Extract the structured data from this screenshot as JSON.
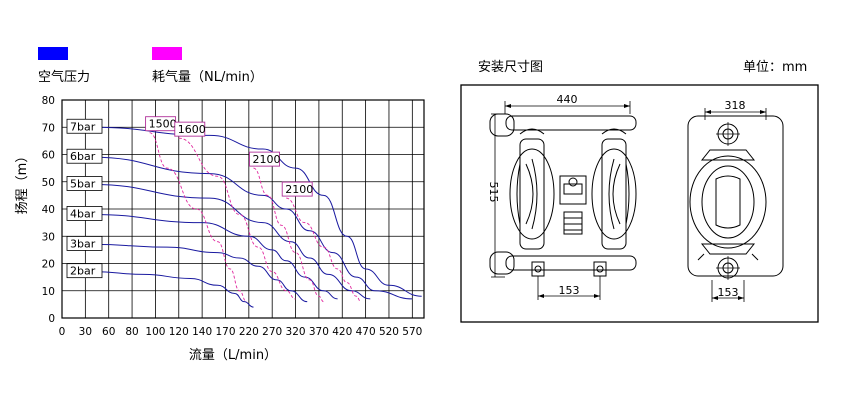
{
  "legend": {
    "pressure": {
      "label": "空气压力",
      "color": "#0000ff"
    },
    "consumption": {
      "label": "耗气量（NL/min）",
      "color": "#ff00ff"
    }
  },
  "colors": {
    "curve": "#1a1aa0",
    "air_curve": "#e0279e",
    "box_border": "#b0309a"
  },
  "chart_data": {
    "type": "line",
    "xlabel": "流量（L/min）",
    "ylabel": "扬程（m）",
    "xlim": [
      0,
      620
    ],
    "ylim": [
      0,
      80
    ],
    "x_ticks": [
      0,
      30,
      60,
      80,
      100,
      120,
      140,
      170,
      220,
      270,
      320,
      370,
      420,
      470,
      520,
      570
    ],
    "x_tick_labels": [
      "0",
      "30",
      "60",
      "80",
      "100",
      "120",
      "140",
      "170",
      "220",
      "270",
      "320",
      "370",
      "420",
      "470",
      "520",
      "570"
    ],
    "y_ticks": [
      0,
      10,
      20,
      30,
      40,
      50,
      60,
      70,
      80
    ],
    "y_tick_labels": [
      "0",
      "10",
      "20",
      "30",
      "40",
      "50",
      "60",
      "70",
      "80"
    ],
    "grid": true,
    "series": [
      {
        "name": "7bar",
        "points": [
          [
            40,
            70
          ],
          [
            150,
            67
          ],
          [
            250,
            62
          ],
          [
            320,
            55
          ],
          [
            380,
            45
          ],
          [
            430,
            30
          ],
          [
            470,
            18
          ],
          [
            520,
            12
          ],
          [
            590,
            8
          ]
        ]
      },
      {
        "name": "6bar",
        "points": [
          [
            40,
            59
          ],
          [
            150,
            53
          ],
          [
            250,
            45
          ],
          [
            300,
            40
          ],
          [
            350,
            32
          ],
          [
            400,
            24
          ],
          [
            450,
            15
          ],
          [
            490,
            10
          ],
          [
            570,
            7
          ]
        ]
      },
      {
        "name": "5bar",
        "points": [
          [
            40,
            49
          ],
          [
            150,
            44
          ],
          [
            250,
            35
          ],
          [
            310,
            28
          ],
          [
            350,
            22
          ],
          [
            390,
            16
          ],
          [
            440,
            10
          ],
          [
            480,
            7
          ]
        ]
      },
      {
        "name": "4bar",
        "points": [
          [
            40,
            38
          ],
          [
            140,
            35
          ],
          [
            220,
            30
          ],
          [
            270,
            25
          ],
          [
            300,
            21
          ],
          [
            340,
            15
          ],
          [
            380,
            10
          ],
          [
            410,
            7
          ]
        ]
      },
      {
        "name": "3bar",
        "points": [
          [
            40,
            27
          ],
          [
            110,
            26
          ],
          [
            160,
            24
          ],
          [
            200,
            22
          ],
          [
            240,
            19
          ],
          [
            280,
            14
          ],
          [
            310,
            10
          ],
          [
            345,
            6
          ]
        ]
      },
      {
        "name": "2bar",
        "points": [
          [
            40,
            17
          ],
          [
            90,
            16
          ],
          [
            130,
            14.5
          ],
          [
            160,
            12
          ],
          [
            190,
            9
          ],
          [
            210,
            6
          ],
          [
            230,
            4
          ]
        ]
      }
    ],
    "air_curves": [
      {
        "label": "1500",
        "points": [
          [
            95,
            68
          ],
          [
            110,
            55
          ],
          [
            135,
            40
          ],
          [
            160,
            28
          ],
          [
            180,
            18
          ],
          [
            200,
            10
          ],
          [
            215,
            6
          ]
        ]
      },
      {
        "label": "1600",
        "points": [
          [
            120,
            66
          ],
          [
            160,
            52
          ],
          [
            200,
            38
          ],
          [
            240,
            26
          ],
          [
            270,
            17
          ],
          [
            300,
            10
          ],
          [
            320,
            7
          ]
        ]
      },
      {
        "label": "2100",
        "points": [
          [
            230,
            55
          ],
          [
            260,
            45
          ],
          [
            290,
            34
          ],
          [
            320,
            24
          ],
          [
            350,
            14
          ],
          [
            370,
            8
          ],
          [
            380,
            6
          ]
        ]
      },
      {
        "label": "2100",
        "points": [
          [
            300,
            44
          ],
          [
            340,
            35
          ],
          [
            380,
            26
          ],
          [
            410,
            18
          ],
          [
            430,
            13
          ],
          [
            450,
            8
          ],
          [
            460,
            6
          ]
        ]
      }
    ]
  },
  "dimensions": {
    "title": "安装尺寸图",
    "unit": "单位：mm",
    "front": {
      "width": "440",
      "height": "515",
      "base": "153"
    },
    "side": {
      "width": "318",
      "base": "153"
    }
  }
}
